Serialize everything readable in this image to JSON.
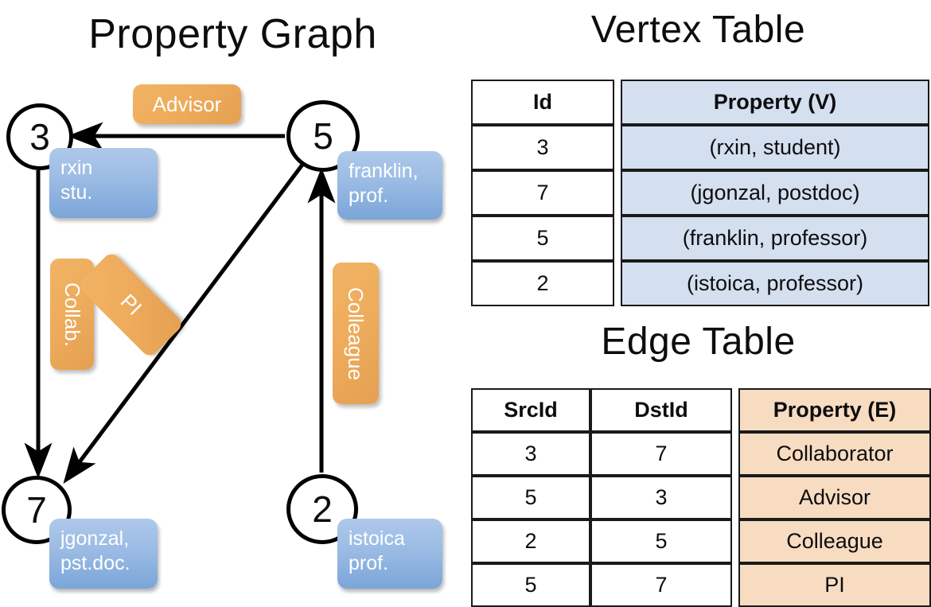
{
  "titles": {
    "property_graph": "Property Graph",
    "vertex_table": "Vertex Table",
    "edge_table": "Edge Table"
  },
  "graph": {
    "nodes": [
      {
        "id": "3",
        "property": "rxin\nstu."
      },
      {
        "id": "5",
        "property": "franklin,\nprof."
      },
      {
        "id": "7",
        "property": "jgonzal,\npst.doc."
      },
      {
        "id": "2",
        "property": "istoica\nprof."
      }
    ],
    "node_labels": {
      "n3": "3",
      "n5": "5",
      "n7": "7",
      "n2": "2"
    },
    "vertex_props": {
      "rxin_line1": "rxin",
      "rxin_line2": "stu.",
      "franklin_line1": "franklin,",
      "franklin_line2": "prof.",
      "jgonzal_line1": "jgonzal,",
      "jgonzal_line2": "pst.doc.",
      "istoica_line1": "istoica",
      "istoica_line2": "prof."
    },
    "edge_labels": {
      "advisor": "Advisor",
      "collab": "Collab.",
      "pi": "PI",
      "colleague": "Colleague"
    },
    "colors": {
      "vertex_callout": "#7ba5d8",
      "edge_callout": "#eeac5c",
      "node_stroke": "#000000"
    }
  },
  "vertex_table": {
    "columns": [
      "Id",
      "Property (V)"
    ],
    "rows": [
      {
        "id": "3",
        "property": "(rxin, student)"
      },
      {
        "id": "7",
        "property": "(jgonzal, postdoc)"
      },
      {
        "id": "5",
        "property": "(franklin, professor)"
      },
      {
        "id": "2",
        "property": "(istoica, professor)"
      }
    ],
    "header_fill": "#d4dff0"
  },
  "edge_table": {
    "columns": [
      "SrcId",
      "DstId",
      "Property (E)"
    ],
    "rows": [
      {
        "src": "3",
        "dst": "7",
        "property": "Collaborator"
      },
      {
        "src": "5",
        "dst": "3",
        "property": "Advisor"
      },
      {
        "src": "2",
        "dst": "5",
        "property": "Colleague"
      },
      {
        "src": "5",
        "dst": "7",
        "property": "PI"
      }
    ],
    "header_fill": "#f7dcc2"
  }
}
